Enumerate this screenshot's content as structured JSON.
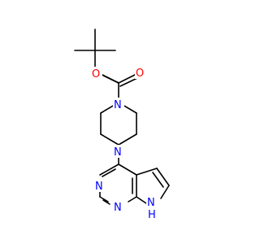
{
  "molecule": {
    "atoms": {
      "ester_O": {
        "label": "O",
        "color": "#ff0000"
      },
      "carbonyl_O": {
        "label": "O",
        "color": "#ff0000"
      },
      "piperazine_N_top": {
        "label": "N",
        "color": "#0000ff"
      },
      "piperazine_N_bottom": {
        "label": "N",
        "color": "#0000ff"
      },
      "pyrimidine_N_left": {
        "label": "N",
        "color": "#0000ff"
      },
      "pyrimidine_N_bottom": {
        "label": "N",
        "color": "#0000ff"
      },
      "pyrrole_NH": {
        "label": "H",
        "color": "#0000ff"
      },
      "pyrrole_NH_N": {
        "label": "N",
        "color": "#0000ff"
      }
    }
  }
}
